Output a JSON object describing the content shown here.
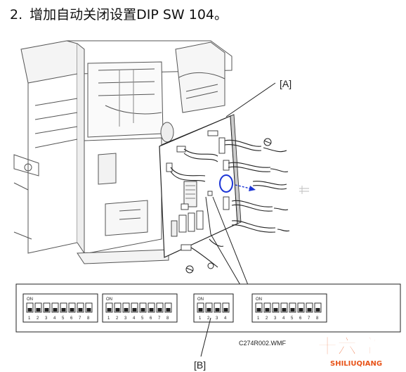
{
  "instruction": {
    "number": "2.",
    "text": "增加自动关闭设置DIP SW 104。"
  },
  "labels": {
    "callout_a": "[A]",
    "callout_b": "[B]",
    "figure_code": "C274R002.WMF"
  },
  "dip_banks": [
    {
      "on_label": "ON",
      "positions": [
        "1",
        "2",
        "3",
        "4",
        "5",
        "6",
        "7",
        "8"
      ]
    },
    {
      "on_label": "ON",
      "positions": [
        "1",
        "2",
        "3",
        "4",
        "5",
        "6",
        "7",
        "8"
      ]
    },
    {
      "on_label": "ON",
      "positions": [
        "1",
        "2",
        "3",
        "4"
      ]
    },
    {
      "on_label": "ON",
      "positions": [
        "1",
        "2",
        "3",
        "4",
        "5",
        "6",
        "7",
        "8"
      ]
    }
  ],
  "watermark": {
    "cn": "十六腔",
    "en": "SHILIUQIANG",
    "color": "#e8541a"
  }
}
